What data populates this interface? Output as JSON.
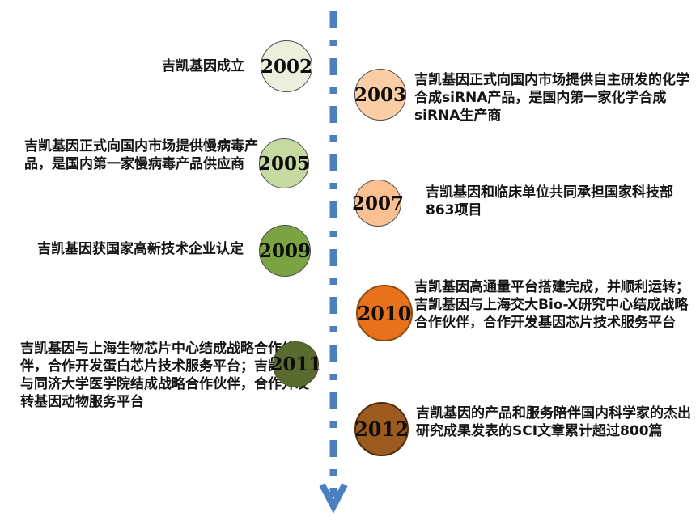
{
  "page": {
    "background_color": "#ffffff",
    "description": "Company milestone timeline 2002-2012"
  },
  "timeline": {
    "line_color": "#4c7fbf",
    "arrow_direction": "down",
    "events": [
      {
        "year": "2002",
        "side": "left",
        "description": "吉凯基因成立",
        "circle_color": "#ebefdb",
        "border_color": "#4d4d4d"
      },
      {
        "year": "2003",
        "side": "right",
        "description": "吉凯基因正式向国内市场提供自主研发的化学合成siRNA产品，是国内第一家化学合成siRNA生产商",
        "circle_color": "#facda5",
        "border_color": "#4d4d4d"
      },
      {
        "year": "2005",
        "side": "left",
        "description": "吉凯基因正式向国内市场提供慢病毒产品，是国内第一家慢病毒产品供应商",
        "circle_color": "#c5d9a1",
        "border_color": "#4d4d4d"
      },
      {
        "year": "2007",
        "side": "right",
        "description": "吉凯基因和临床单位共同承担国家科技部863项目",
        "circle_color": "#fac091",
        "border_color": "#4d4d4d"
      },
      {
        "year": "2009",
        "side": "left",
        "description": "吉凯基因获国家高新技术企业认定",
        "circle_color": "#7ca342",
        "border_color": "#4d4d4d"
      },
      {
        "year": "2010",
        "side": "right",
        "description": "吉凯基因高通量平台搭建完成，并顺利运转；吉凯基因与上海交大Bio-X研究中心结成战略合作伙伴，合作开发基因芯片技术服务平台",
        "circle_color": "#e8721c",
        "border_color": "#8a4a10"
      },
      {
        "year": "2011",
        "side": "left",
        "description": "吉凯基因与上海生物芯片中心结成战略合作伙伴，合作开发蛋白芯片技术服务平台；吉凯基因与同济大学医学院结成战略合作伙伴，合作开发转基因动物服务平台",
        "circle_color": "#5a6b2f",
        "border_color": "#47531f"
      },
      {
        "year": "2012",
        "side": "right",
        "description": "吉凯基因的产品和服务陪伴国内科学家的杰出研究成果发表的SCI文章累计超过800篇",
        "circle_color": "#9c5a1e",
        "border_color": "#4f2d0c"
      }
    ]
  }
}
